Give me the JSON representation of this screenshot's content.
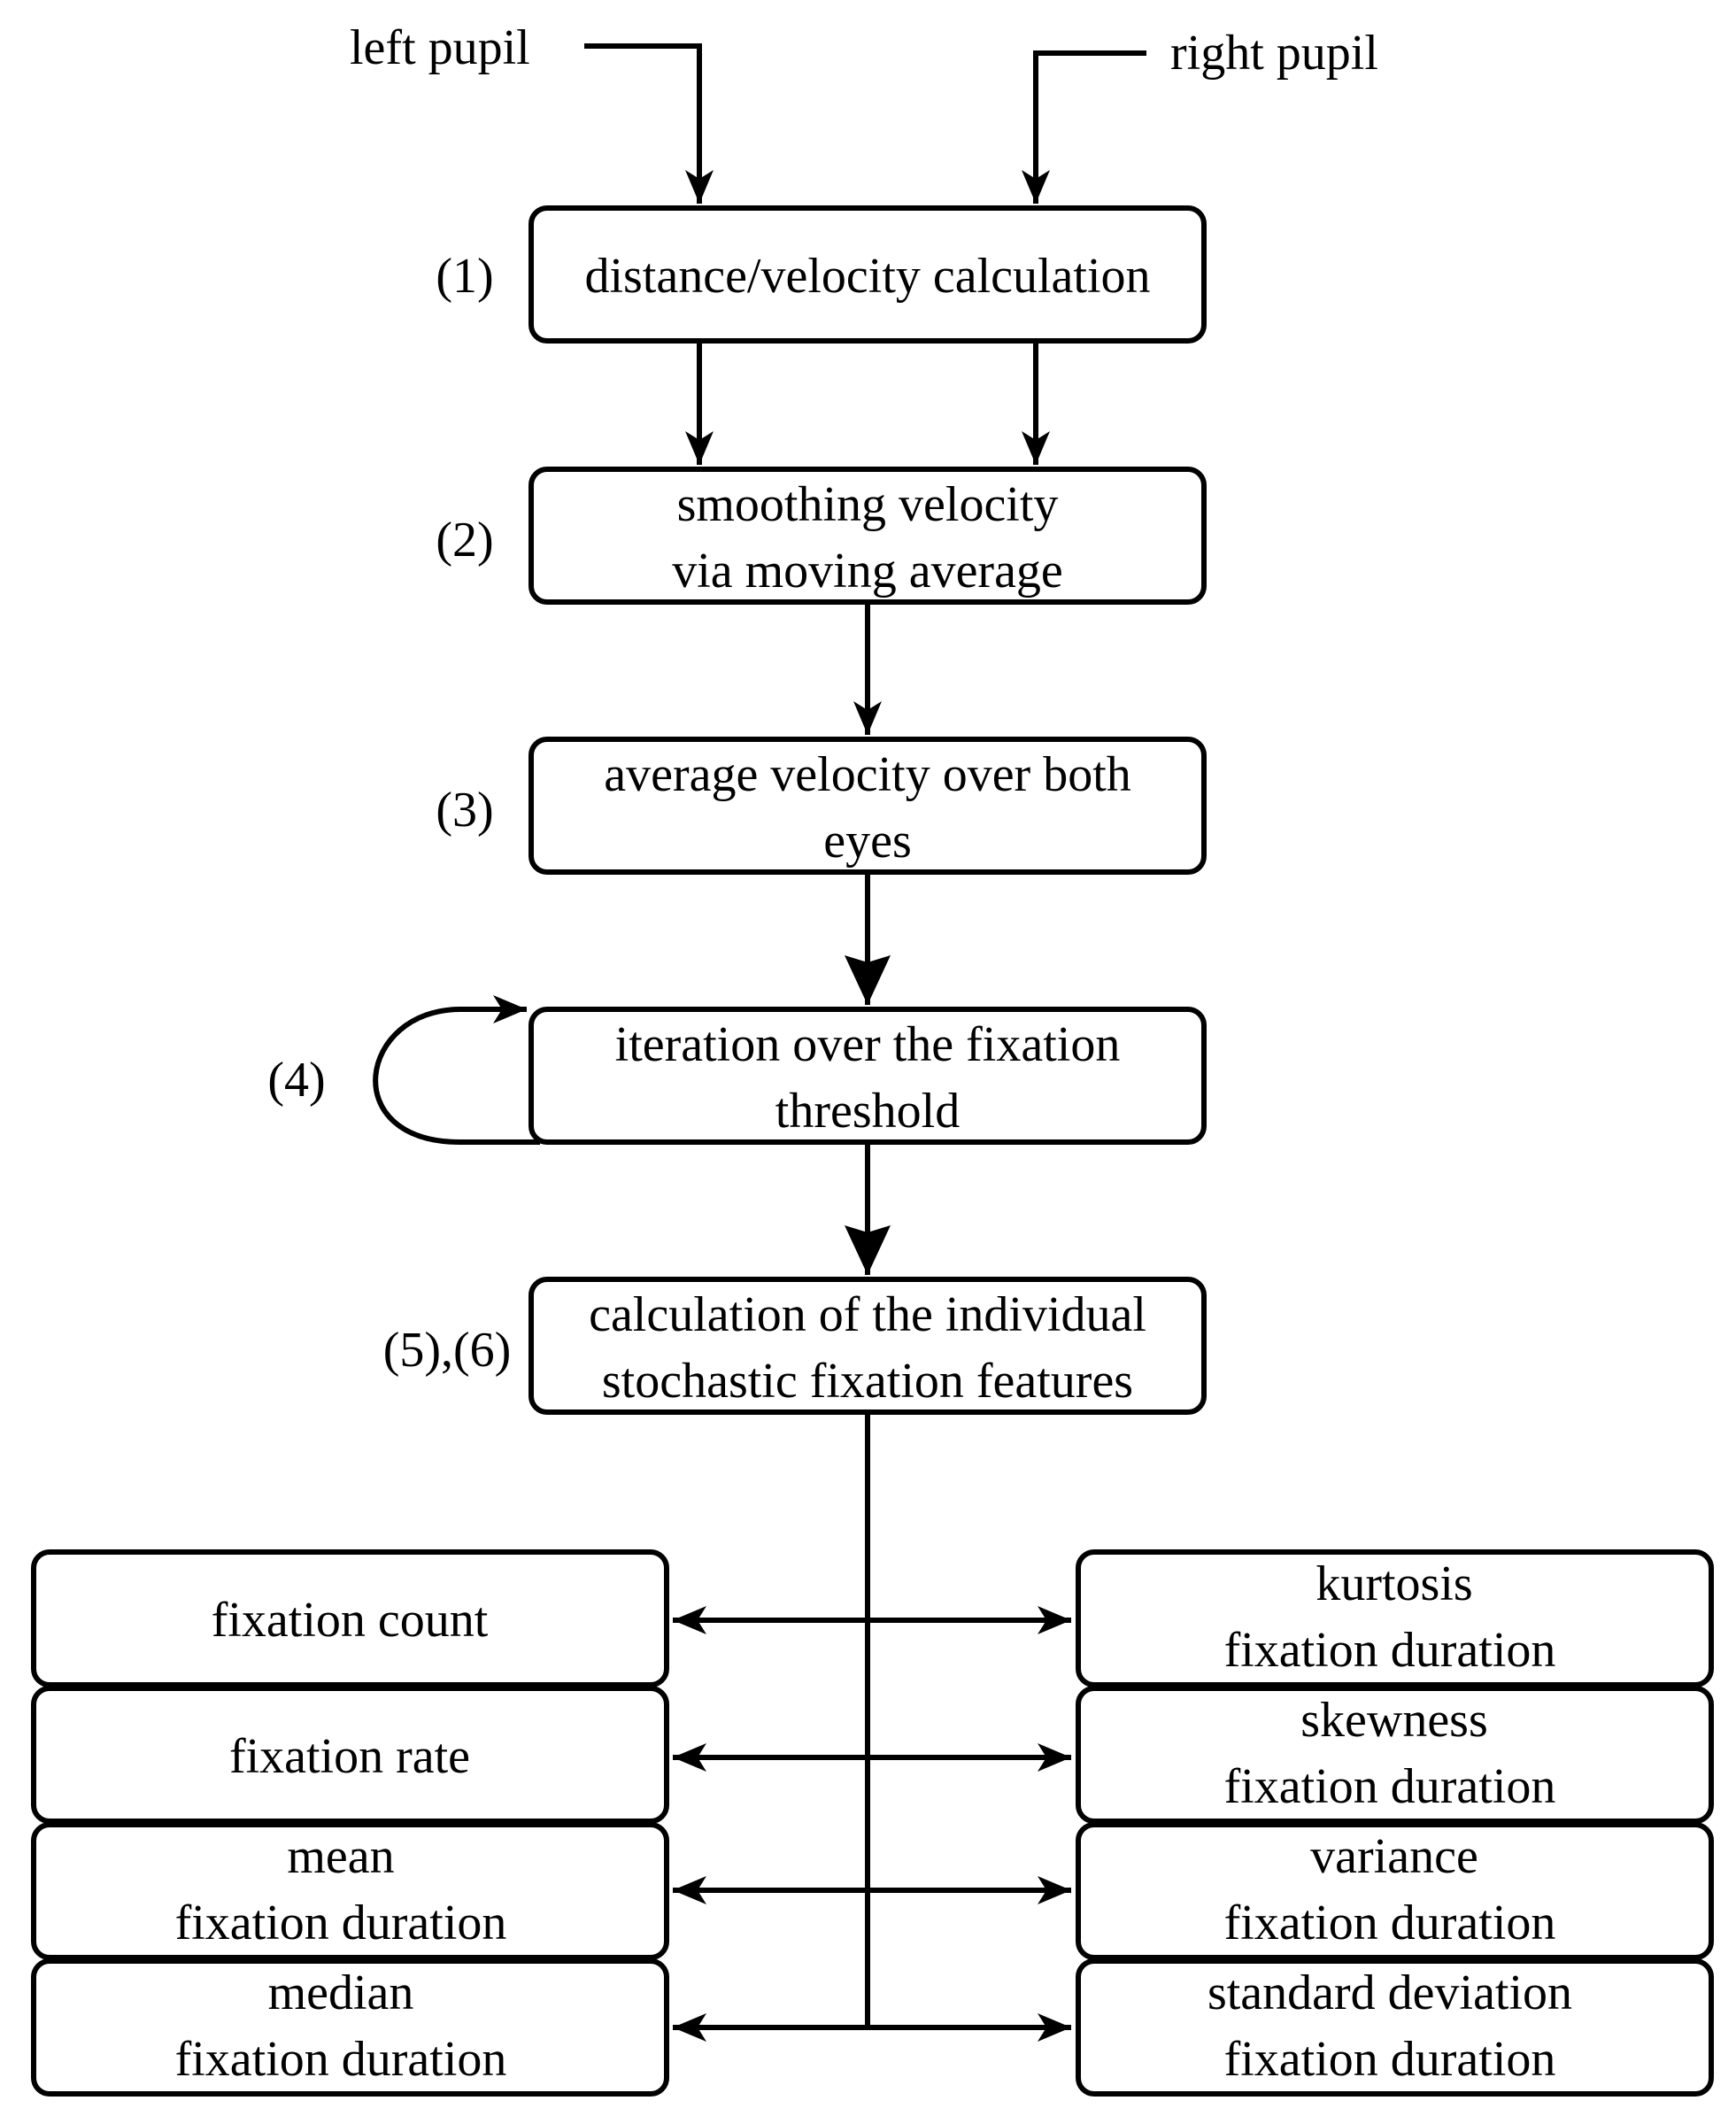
{
  "inputs": {
    "left": "left pupil",
    "right": "right pupil"
  },
  "steps": [
    {
      "number": "(1)",
      "lines": [
        "distance/velocity calculation"
      ]
    },
    {
      "number": "(2)",
      "lines": [
        "smoothing velocity",
        "via moving average"
      ]
    },
    {
      "number": "(3)",
      "lines": [
        "average velocity over both",
        "eyes"
      ]
    },
    {
      "number": "(4)",
      "lines": [
        "iteration over the fixation",
        "threshold"
      ]
    },
    {
      "number": "(5),(6)",
      "lines": [
        "calculation of the individual",
        "stochastic fixation features"
      ]
    }
  ],
  "features": {
    "left": [
      {
        "lines": [
          "fixation count"
        ]
      },
      {
        "lines": [
          "fixation rate"
        ]
      },
      {
        "lines": [
          "mean",
          "fixation duration"
        ]
      },
      {
        "lines": [
          "median",
          "fixation duration"
        ]
      }
    ],
    "right": [
      {
        "lines": [
          "kurtosis",
          "fixation duration"
        ]
      },
      {
        "lines": [
          "skewness",
          "fixation duration"
        ]
      },
      {
        "lines": [
          "variance",
          "fixation duration"
        ]
      },
      {
        "lines": [
          "standard deviation",
          "fixation duration"
        ]
      }
    ]
  }
}
